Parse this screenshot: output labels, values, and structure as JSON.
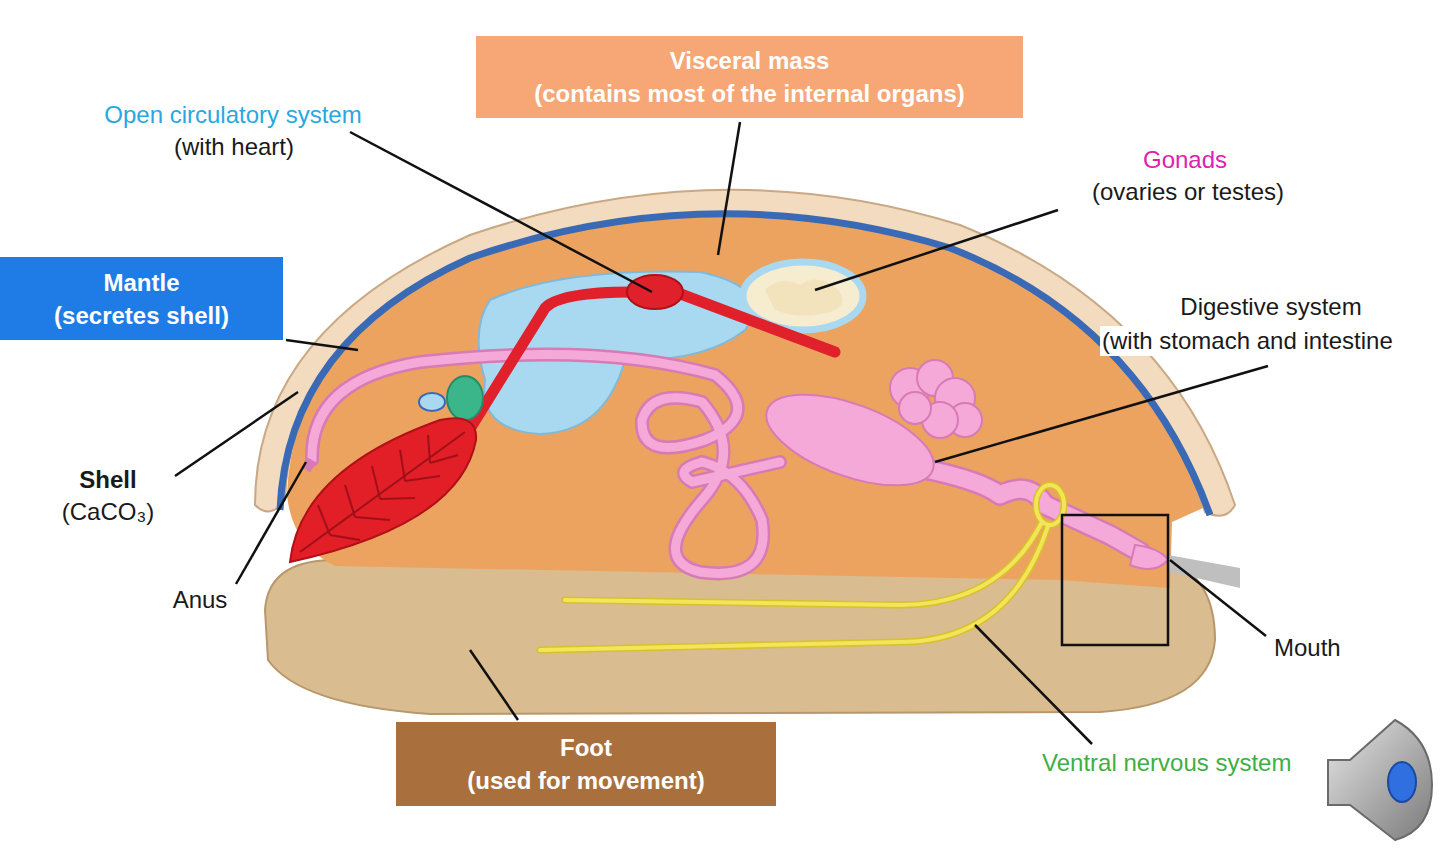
{
  "diagram": {
    "nodes": [
      {
        "text": [
          "Visceral mass",
          "(contains most of the internal organs)"
        ]
      },
      {
        "text": [
          "Mantle",
          "(secretes shell)"
        ]
      },
      {
        "text": [
          "Foot",
          "(used for movement)"
        ]
      }
    ],
    "labels": [
      "Open circulatory system",
      "(with heart)",
      "Gonads",
      "(ovaries or testes)",
      "Digestive system",
      "(with stomach and intestine",
      "Shell",
      "(CaCO₃)",
      "Anus",
      "Mouth",
      "Ventral nervous system"
    ]
  }
}
